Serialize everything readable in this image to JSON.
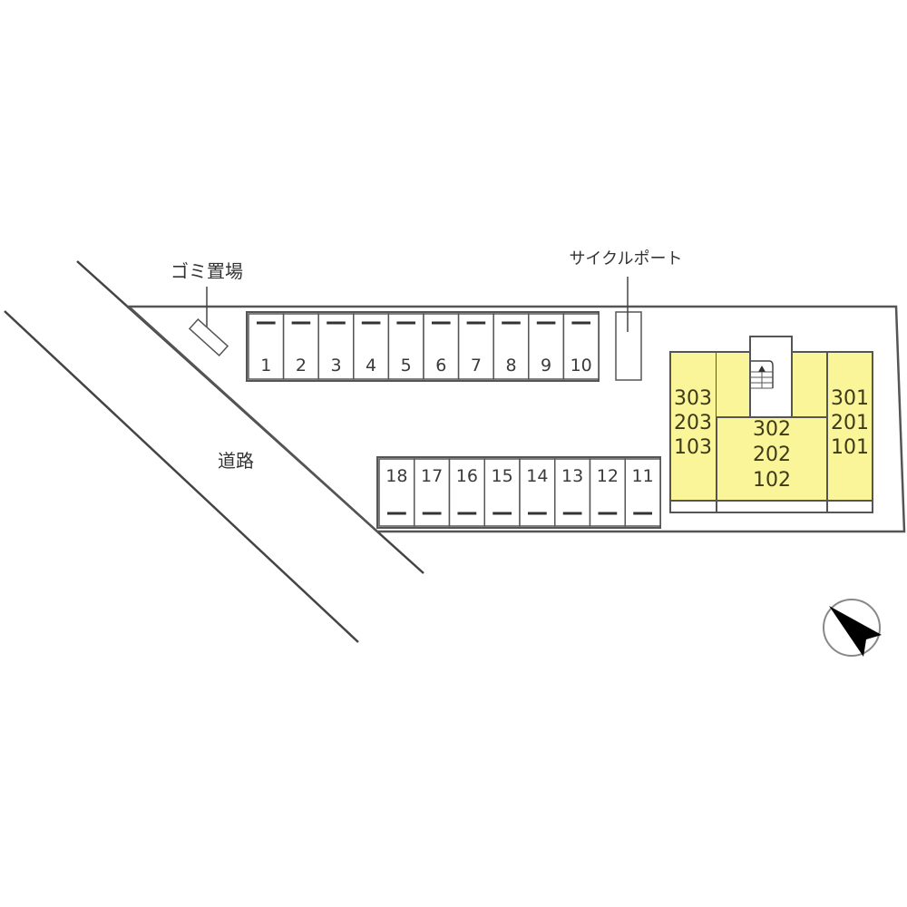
{
  "labels": {
    "garbage": "ゴミ置場",
    "cycle_port": "サイクルポート",
    "road": "道路"
  },
  "parking_top": [
    "1",
    "2",
    "3",
    "4",
    "5",
    "6",
    "7",
    "8",
    "9",
    "10"
  ],
  "parking_bottom": [
    "18",
    "17",
    "16",
    "15",
    "14",
    "13",
    "12",
    "11"
  ],
  "building": {
    "left_units": [
      "303",
      "203",
      "103"
    ],
    "center_units": [
      "302",
      "202",
      "102"
    ],
    "right_units": [
      "301",
      "201",
      "101"
    ],
    "fill_color": "#fbf59a"
  },
  "compass": {
    "icon": "north-arrow-icon",
    "direction": "southeast"
  }
}
